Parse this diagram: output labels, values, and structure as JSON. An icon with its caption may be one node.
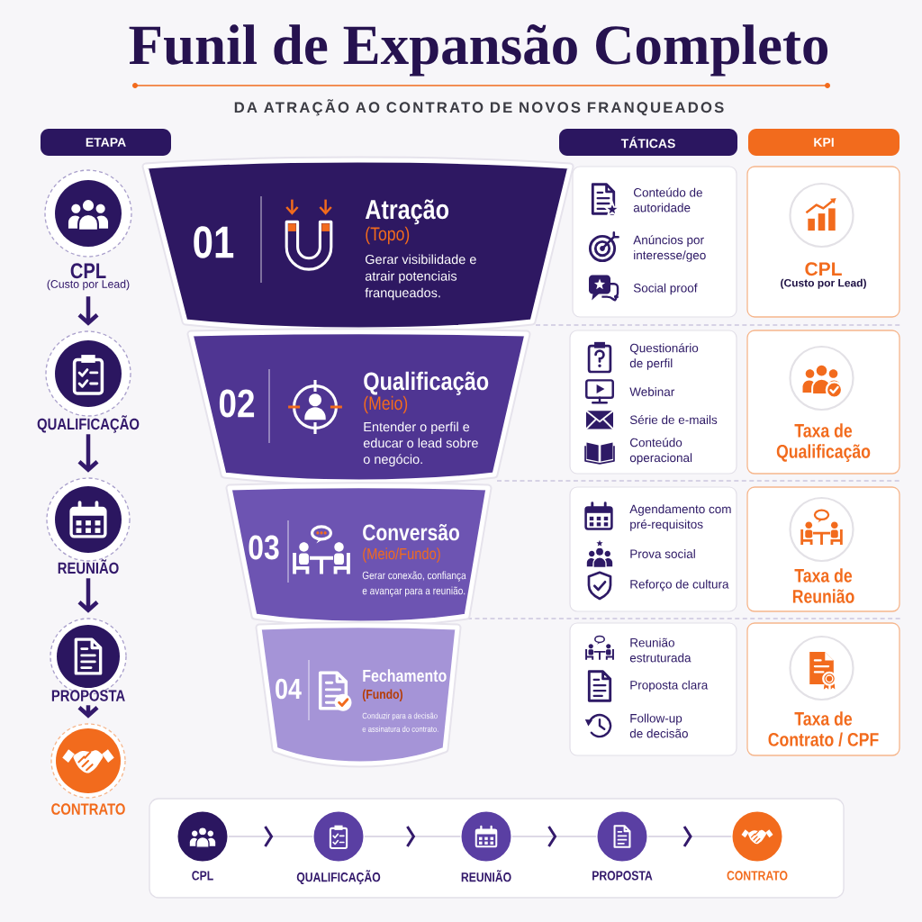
{
  "diagram": {
    "title": "Funil de Expansão Completo",
    "nodes": [
      {
        "text": [
          "ETAPA"
        ]
      },
      {
        "text": [
          "TÁTICAS"
        ]
      },
      {
        "text": [
          "KPI"
        ]
      },
      {
        "text": [
          "CPL",
          "(Custo por Lead)"
        ]
      },
      {
        "text": [
          "QUALIFICAÇÃO"
        ]
      },
      {
        "text": [
          "REUNIÃO"
        ]
      },
      {
        "text": [
          "PROPOSTA"
        ]
      },
      {
        "text": [
          "CONTRATO"
        ]
      },
      {
        "text": [
          "01",
          "Atração",
          "(Topo)",
          "Gerar visibilidade e atrair potenciais franqueados."
        ]
      },
      {
        "text": [
          "02",
          "Qualificação",
          "(Meio)",
          "Entender o perfil e educar o lead sobre o negócio."
        ]
      },
      {
        "text": [
          "03",
          "Conversão",
          "(Meio/Fundo)",
          "Gerar conexão, confiança e avançar para a reunião."
        ]
      },
      {
        "text": [
          "04",
          "Fechamento",
          "(Fundo)",
          "Conduzir para a decisão e assinatura do contrato."
        ]
      },
      {
        "text": [
          "Conteúdo de autoridade",
          "Anúncios por interesse/geo",
          "Social proof"
        ]
      },
      {
        "text": [
          "Questionário de perfil",
          "Webinar",
          "Série de e-mails",
          "Conteúdo operacional"
        ]
      },
      {
        "text": [
          "Agendamento com pré-requisitos",
          "Prova social",
          "Reforço de cultura"
        ]
      },
      {
        "text": [
          "Reunião estruturada",
          "Proposta clara",
          "Follow-up de decisão"
        ]
      },
      {
        "text": [
          "CPL",
          "(Custo por Lead)"
        ]
      },
      {
        "text": [
          "Taxa de Qualificação"
        ]
      },
      {
        "text": [
          "Taxa de Reunião"
        ]
      },
      {
        "text": [
          "Taxa de Contrato / CPF"
        ]
      },
      {
        "text": [],
        "shape": "box"
      },
      {
        "text": [
          "CPL"
        ],
        "in": 20
      },
      {
        "text": [
          "QUALIFICAÇÃO"
        ],
        "in": 20
      },
      {
        "text": [
          "REUNIÃO"
        ],
        "in": 20
      },
      {
        "text": [
          "PROPOSTA"
        ],
        "in": 20
      },
      {
        "text": [
          "CONTRATO"
        ],
        "in": 20
      }
    ],
    "edges": [
      {
        "from": 3,
        "to": 4,
        "arrow": "to",
        "style": "thick"
      },
      {
        "from": 4,
        "to": 5,
        "arrow": "to",
        "style": "thick"
      },
      {
        "from": 5,
        "to": 6,
        "arrow": "to",
        "style": "thick"
      },
      {
        "from": 6,
        "to": 7,
        "arrow": "to",
        "style": "thick"
      },
      {
        "from": 21,
        "to": 22,
        "arrow": "to",
        "color": "#d2cdde"
      },
      {
        "from": 22,
        "to": 23,
        "arrow": "to",
        "color": "#d2cdde"
      },
      {
        "from": 23,
        "to": 24,
        "arrow": "to",
        "color": "#d2cdde"
      },
      {
        "from": 24,
        "to": 25,
        "arrow": "to",
        "color": "#d2cdde"
      }
    ],
    "labels": [
      "DA ATRAÇÃO AO CONTRATO DE NOVOS FRANQUEADOS"
    ]
  }
}
